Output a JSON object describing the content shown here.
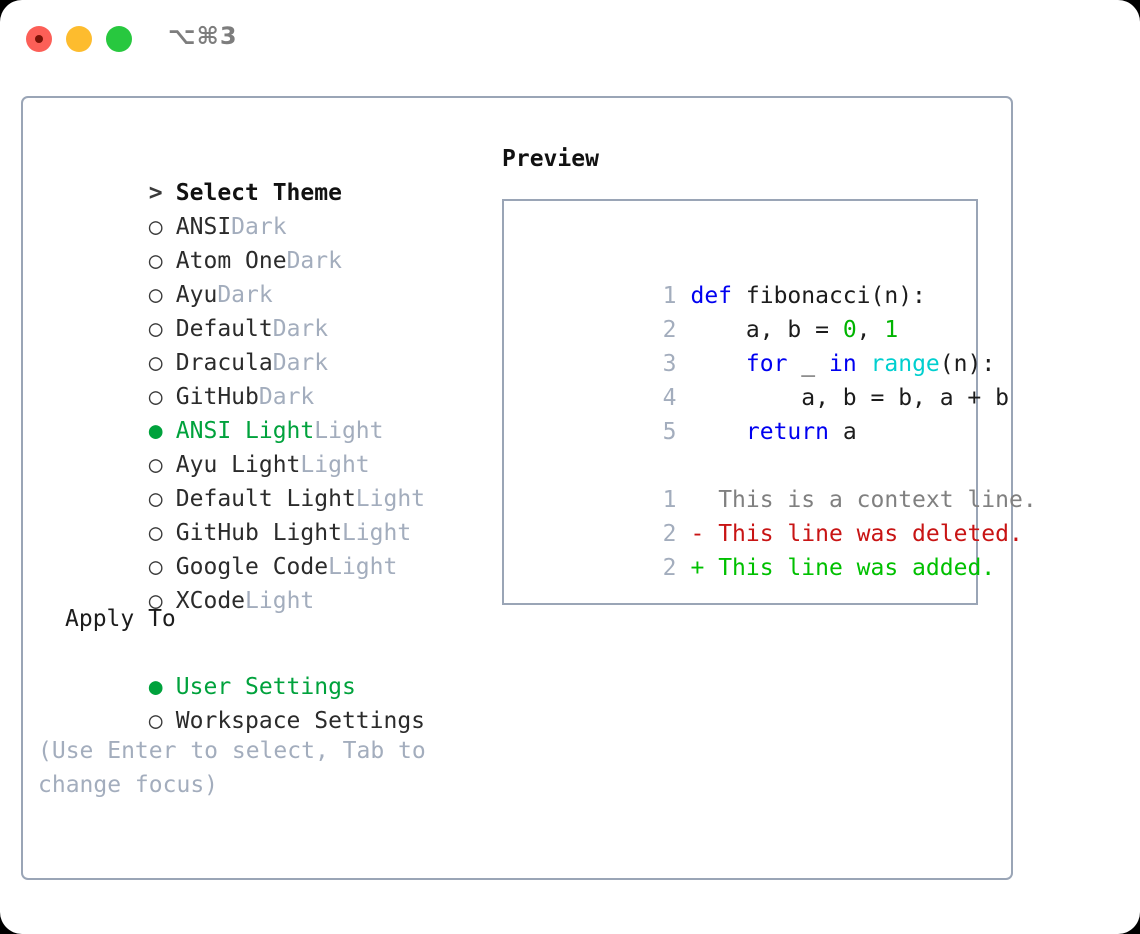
{
  "window": {
    "traffic_lights": [
      "close",
      "minimize",
      "zoom"
    ],
    "shortcut_label": "⌥⌘3"
  },
  "theme_selector": {
    "heading": "> Select Theme",
    "heading_marker": ">",
    "heading_text": "Select Theme",
    "markers": {
      "selected": "●",
      "unselected": "○"
    },
    "accent_color": "#00a23c",
    "items": [
      {
        "marker": "○",
        "label": "ANSI",
        "variant": "Dark",
        "selected": false
      },
      {
        "marker": "○",
        "label": "Atom One",
        "variant": "Dark",
        "selected": false
      },
      {
        "marker": "○",
        "label": "Ayu",
        "variant": "Dark",
        "selected": false
      },
      {
        "marker": "○",
        "label": "Default",
        "variant": "Dark",
        "selected": false
      },
      {
        "marker": "○",
        "label": "Dracula",
        "variant": "Dark",
        "selected": false
      },
      {
        "marker": "○",
        "label": "GitHub",
        "variant": "Dark",
        "selected": false
      },
      {
        "marker": "●",
        "label": "ANSI Light",
        "variant": "Light",
        "selected": true
      },
      {
        "marker": "○",
        "label": "Ayu Light",
        "variant": "Light",
        "selected": false
      },
      {
        "marker": "○",
        "label": "Default Light",
        "variant": "Light",
        "selected": false
      },
      {
        "marker": "○",
        "label": "GitHub Light",
        "variant": "Light",
        "selected": false
      },
      {
        "marker": "○",
        "label": "Google Code",
        "variant": "Light",
        "selected": false
      },
      {
        "marker": "○",
        "label": "XCode",
        "variant": "Light",
        "selected": false
      }
    ]
  },
  "apply_to": {
    "heading": "Apply To",
    "items": [
      {
        "marker": "●",
        "label": "User Settings",
        "selected": true
      },
      {
        "marker": "○",
        "label": "Workspace Settings",
        "selected": false
      }
    ]
  },
  "hint": "(Use Enter to select, Tab to change focus)",
  "preview": {
    "title": "Preview",
    "code_lines": [
      {
        "num": "1",
        "tokens": [
          {
            "t": "def",
            "c": "kw"
          },
          {
            "t": " fibonacci(n):",
            "c": "txt"
          }
        ]
      },
      {
        "num": "2",
        "tokens": [
          {
            "t": "    a, b = ",
            "c": "txt"
          },
          {
            "t": "0",
            "c": "num"
          },
          {
            "t": ", ",
            "c": "txt"
          },
          {
            "t": "1",
            "c": "num"
          }
        ]
      },
      {
        "num": "3",
        "tokens": [
          {
            "t": "    ",
            "c": "txt"
          },
          {
            "t": "for",
            "c": "kw"
          },
          {
            "t": " _ ",
            "c": "txt"
          },
          {
            "t": "in",
            "c": "kw"
          },
          {
            "t": " ",
            "c": "txt"
          },
          {
            "t": "range",
            "c": "fn"
          },
          {
            "t": "(n):",
            "c": "txt"
          }
        ]
      },
      {
        "num": "4",
        "tokens": [
          {
            "t": "        a, b = b, a + b",
            "c": "txt"
          }
        ]
      },
      {
        "num": "5",
        "tokens": [
          {
            "t": "    ",
            "c": "txt"
          },
          {
            "t": "return",
            "c": "kw"
          },
          {
            "t": " a",
            "c": "txt"
          }
        ]
      }
    ],
    "diff_lines": [
      {
        "num": "1",
        "sign": " ",
        "text": " This is a context line.",
        "c": "ctx"
      },
      {
        "num": "2",
        "sign": "-",
        "text": " This line was deleted.",
        "c": "del"
      },
      {
        "num": "2",
        "sign": "+",
        "text": " This line was added.",
        "c": "add"
      }
    ]
  }
}
